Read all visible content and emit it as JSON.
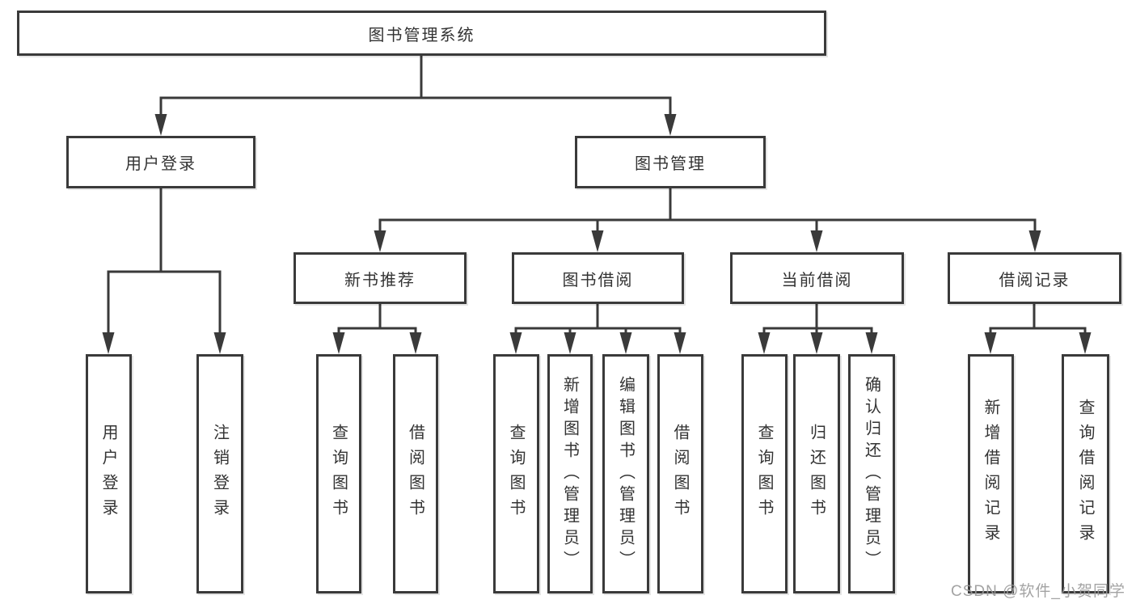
{
  "diagram": {
    "root": {
      "label": "图书管理系统"
    },
    "level2": [
      {
        "label": "用户登录"
      },
      {
        "label": "图书管理"
      }
    ],
    "level3": [
      {
        "label": "新书推荐"
      },
      {
        "label": "图书借阅"
      },
      {
        "label": "当前借阅"
      },
      {
        "label": "借阅记录"
      }
    ],
    "leaves": [
      {
        "label": "用户登录"
      },
      {
        "label": "注销登录"
      },
      {
        "label": "查询图书"
      },
      {
        "label": "借阅图书"
      },
      {
        "label": "查询图书"
      },
      {
        "label": "新增图书（管理员）"
      },
      {
        "label": "编辑图书（管理员）"
      },
      {
        "label": "借阅图书"
      },
      {
        "label": "查询图书"
      },
      {
        "label": "归还图书"
      },
      {
        "label": "确认归还（管理员）"
      },
      {
        "label": "新增借阅记录"
      },
      {
        "label": "查询借阅记录"
      }
    ]
  },
  "watermark": {
    "text": "CSDN @软件_小贺同学"
  },
  "colors": {
    "line": "#3a3a3a",
    "box_border": "#3a3a3a",
    "box_fill": "#ffffff",
    "text": "#333333",
    "watermark": "#9a9a9a",
    "background": "#ffffff"
  }
}
